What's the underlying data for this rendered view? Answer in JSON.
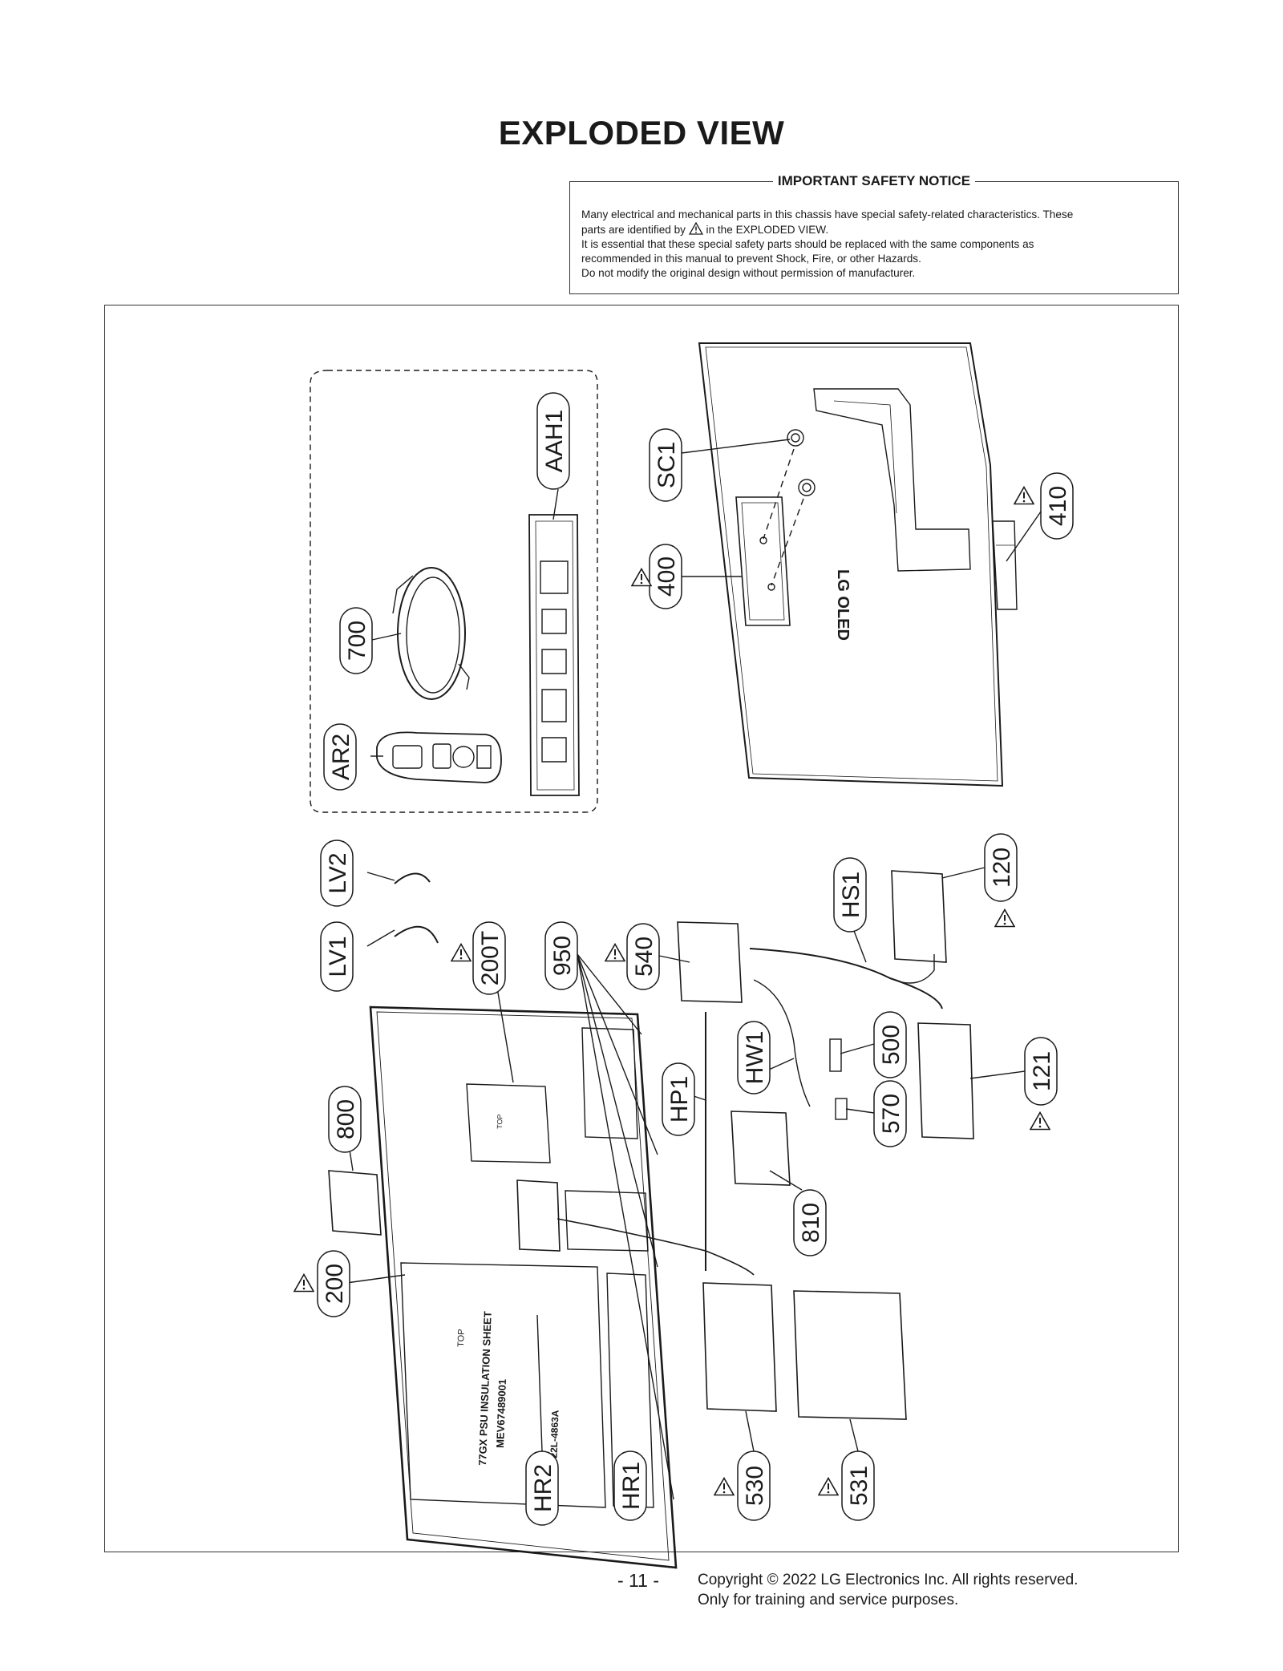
{
  "title": "EXPLODED VIEW",
  "notice": {
    "heading": "IMPORTANT SAFETY NOTICE",
    "line1": "Many electrical and mechanical parts in this chassis have special safety-related characteristics. These",
    "line2a": "parts are identified by",
    "line2b": "in the EXPLODED VIEW.",
    "line3": "It is essential that these special safety parts should be replaced with the same components as",
    "line4": "recommended in this manual to prevent Shock, Fire, or other Hazards.",
    "line5": "Do not modify the original design without permission of manufacturer."
  },
  "parts": {
    "aah1": "AAH1",
    "sc1": "SC1",
    "p400": "400",
    "p410": "410",
    "p700": "700",
    "ar2": "AR2",
    "lv2": "LV2",
    "lv1": "LV1",
    "p200t": "200T",
    "p950": "950",
    "p540": "540",
    "hs1": "HS1",
    "p120": "120",
    "p500": "500",
    "hw1": "HW1",
    "hp1": "HP1",
    "p121": "121",
    "p570": "570",
    "p800": "800",
    "p810": "810",
    "p200": "200",
    "p530": "530",
    "p531": "531",
    "hr2": "HR2",
    "hr1": "HR1"
  },
  "printed_text": {
    "logo": "LG OLED",
    "psu_sheet": "77GX PSU INSULATION SHEET",
    "part_code": "MEV67489001",
    "date_code": "5022L-4863A",
    "top_label_1": "TOP",
    "top_label_2": "TOP"
  },
  "footer": {
    "page_number": "- 11 -",
    "copyright_1": "Copyright © 2022 LG Electronics Inc. All rights reserved.",
    "copyright_2": "Only for training and service purposes."
  },
  "colors": {
    "ink": "#1a1a1a",
    "paper": "#ffffff"
  },
  "icons": {
    "safety": "warning-triangle-icon"
  }
}
